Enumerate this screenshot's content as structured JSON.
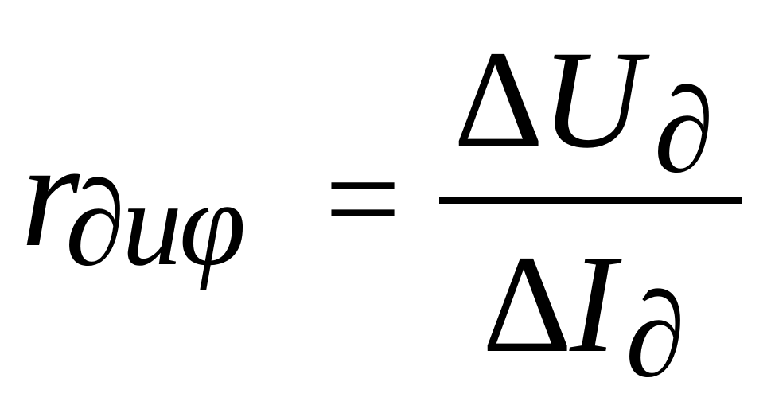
{
  "formula": {
    "lhs_symbol": "r",
    "lhs_subscript": "∂иφ",
    "equals": "=",
    "numerator": {
      "delta": "Δ",
      "variable": "U",
      "subscript": "∂"
    },
    "denominator": {
      "delta": "Δ",
      "variable": "I",
      "subscript": "∂"
    }
  }
}
